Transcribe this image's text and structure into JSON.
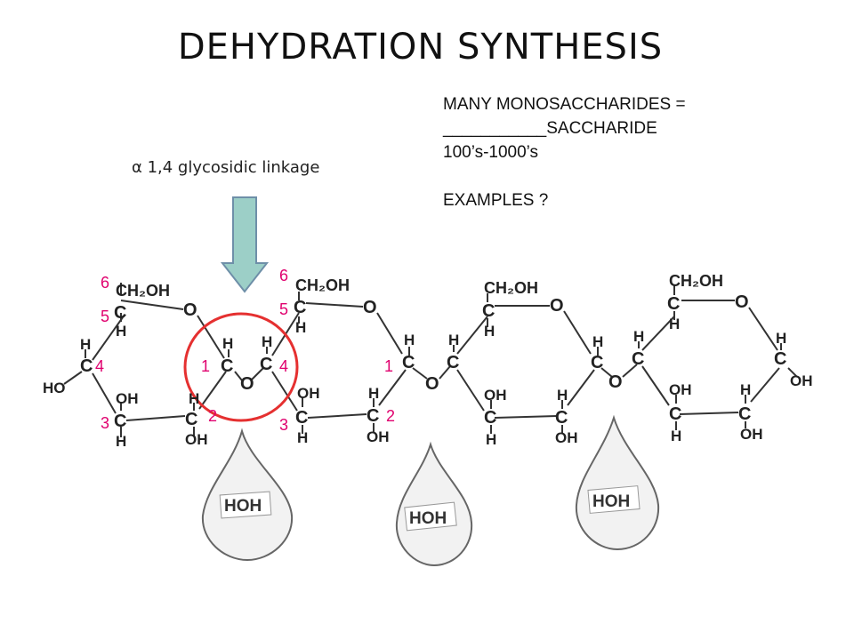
{
  "title": "DEHYDRATION SYNTHESIS",
  "info_lines": [
    "MANY MONOSACCHARIDES =",
    "___________SACCHARIDE",
    "100’s-1000’s",
    "",
    "EXAMPLES ?"
  ],
  "linkage_label": "α 1,4 glycosidic linkage",
  "carbon_numbers": {
    "ring1": [
      "6",
      "5",
      "4",
      "1",
      "2",
      "3"
    ],
    "ring2": [
      "6",
      "5",
      "4",
      "1",
      "2",
      "3"
    ]
  },
  "water_labels": [
    "HOH",
    "HOH",
    "HOH"
  ],
  "atoms": {
    "ch2oh": "CH₂OH",
    "c": "C",
    "h": "H",
    "o": "O",
    "oh": "OH",
    "ho": "HO"
  },
  "colors": {
    "number": "#e0006e",
    "circle": "#e53030",
    "arrow_fill": "#9ccfc7",
    "arrow_stroke": "#6e8fa8"
  }
}
